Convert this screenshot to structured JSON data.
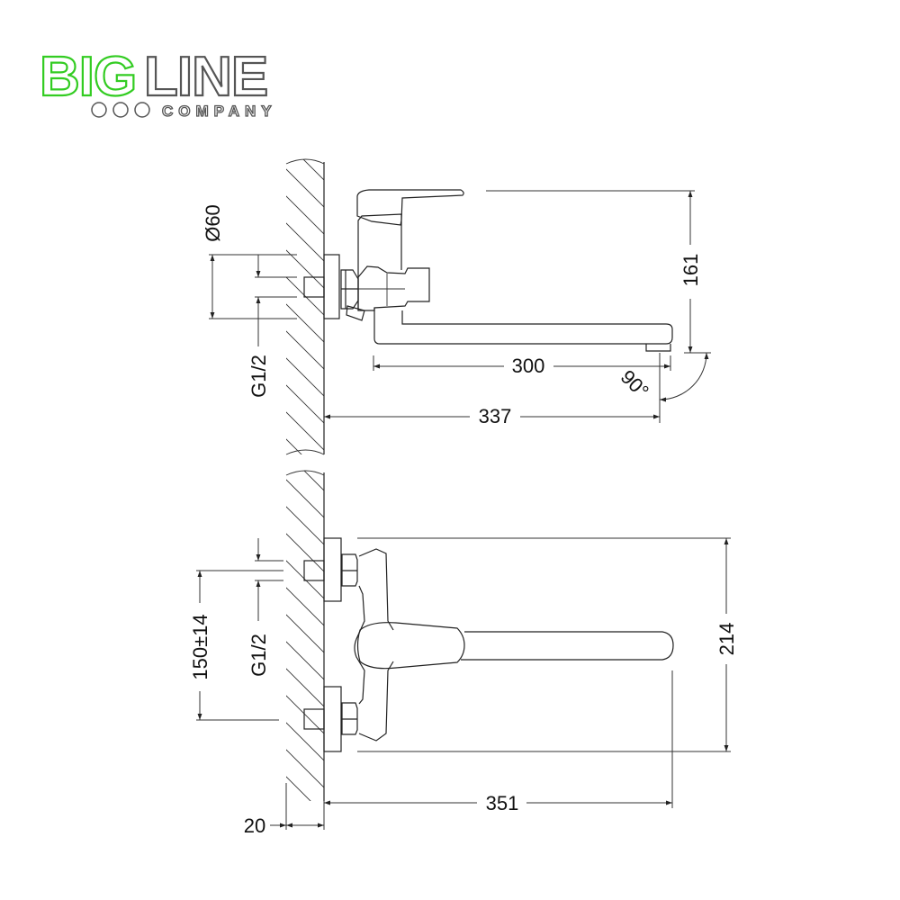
{
  "logo": {
    "part1": "BIG",
    "part2": "LINE",
    "subtitle": "COMPANY",
    "color_green": "#33cc22",
    "color_gray": "#555555"
  },
  "side_view": {
    "dim_diameter": "Ø60",
    "dim_thread": "G1/2",
    "dim_height": "161",
    "dim_spout_length": "300",
    "dim_rotation": "90°",
    "dim_projection": "337"
  },
  "front_view": {
    "dim_centers": "150±14",
    "dim_thread": "G1/2",
    "dim_height": "214",
    "dim_length": "351",
    "dim_wall": "20"
  }
}
